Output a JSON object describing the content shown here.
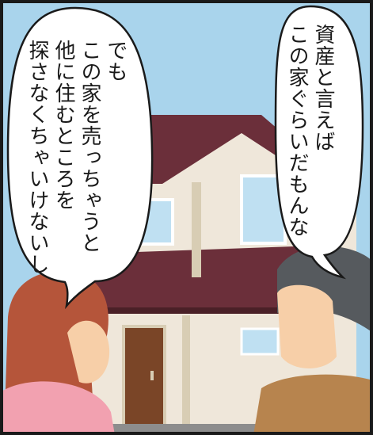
{
  "panel": {
    "speech_left": {
      "lines": [
        "でも",
        "この家を売っちゃうと",
        "他に住むところを",
        "探さなくちゃいけないし"
      ]
    },
    "speech_right": {
      "lines": [
        "資産と言えば",
        "この家ぐらいだもんな"
      ]
    },
    "colors": {
      "sky": "#a9d4ec",
      "roof": "#6b2f3a",
      "wall": "#efe7da",
      "door": "#7a4527",
      "woman_hair": "#b5553a",
      "woman_top": "#f2a1b0",
      "man_hair": "#565a5e",
      "man_jacket": "#b7844e",
      "skin": "#f7cfa8"
    }
  }
}
